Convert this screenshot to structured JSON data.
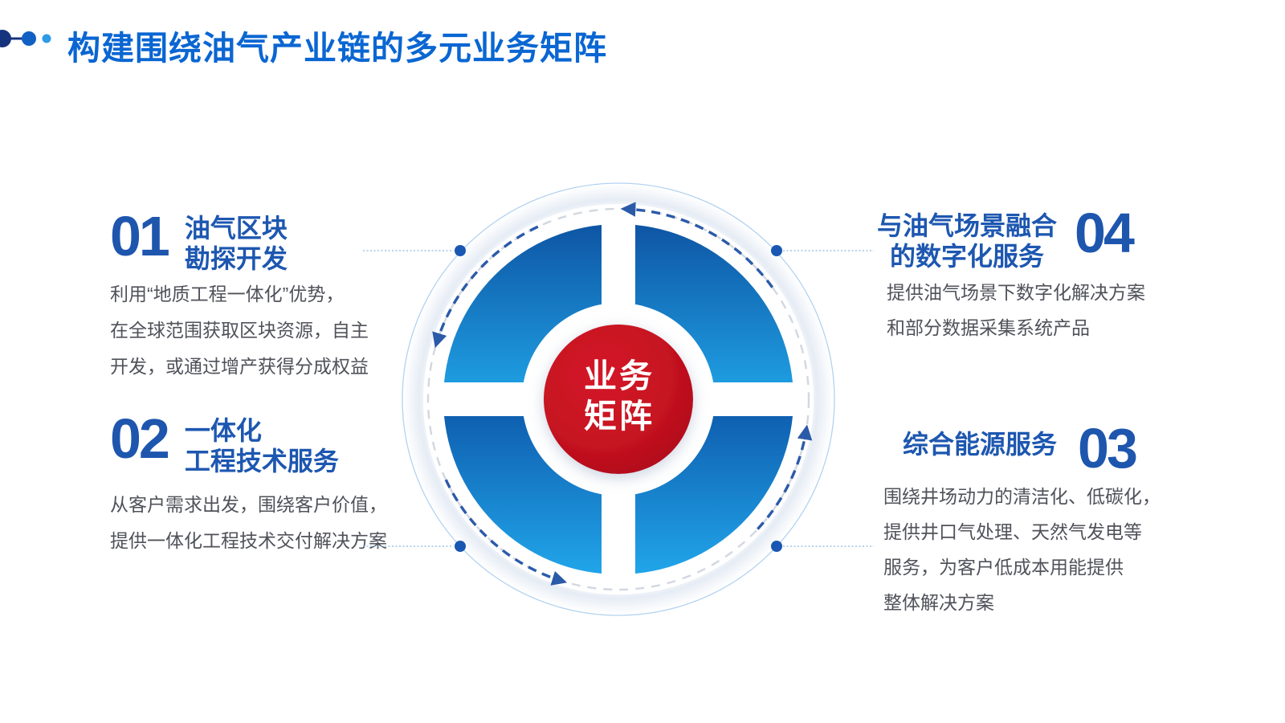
{
  "header": {
    "title": "构建围绕油气产业链的多元业务矩阵"
  },
  "center_label": {
    "line1": "业务",
    "line2": "矩阵"
  },
  "sections": [
    {
      "number": "01",
      "title_lines": [
        "油气区块",
        "勘探开发"
      ],
      "desc_lines": [
        "利用“地质工程一体化”优势，",
        "在全球范围获取区块资源，自主",
        "开发，或通过增产获得分成权益"
      ]
    },
    {
      "number": "02",
      "title_lines": [
        "一体化",
        "工程技术服务"
      ],
      "desc_lines": [
        "从客户需求出发，围绕客户价值，",
        "提供一体化工程技术交付解决方案"
      ]
    },
    {
      "number": "03",
      "title_lines": [
        "综合能源服务"
      ],
      "desc_lines": [
        "围绕井场动力的清洁化、低碳化，",
        "提供井口气处理、天然气发电等",
        "服务，为客户低成本用能提供",
        "整体解决方案"
      ]
    },
    {
      "number": "04",
      "title_lines": [
        "与油气场景融合",
        "的数字化服务"
      ],
      "desc_lines": [
        "提供油气场景下数字化解决方案",
        "和部分数据采集系统产品"
      ]
    }
  ],
  "colors": {
    "header_blue": "#0A66D2",
    "section_blue": "#1E56AE",
    "wheel_blue_dark": "#0E55A4",
    "wheel_blue_light": "#21A6EA",
    "center_red": "#C51220",
    "arc_blue": "#2B5AA9",
    "desc_gray": "#50525A"
  }
}
